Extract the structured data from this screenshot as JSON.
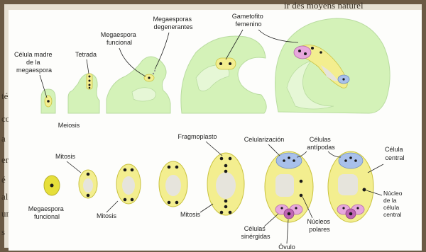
{
  "background_text": {
    "top_fragment": "ir des moyens naturel",
    "left_fragments": [
      "té",
      "co",
      "a",
      "er",
      "é",
      "al",
      "ur",
      "s"
    ]
  },
  "top_row": {
    "labels": {
      "megaspore_mother_cell": [
        "Célula madre",
        "de la",
        "megaespora"
      ],
      "tetrad": "Tetrada",
      "meiosis": "Meiosis",
      "functional_megaspore": [
        "Megaespora",
        "funcional"
      ],
      "degenerating_megaspores": [
        "Megaesporas",
        "degenerantes"
      ],
      "female_gametophyte": [
        "Gametofito",
        "femenino"
      ]
    }
  },
  "bottom_row": {
    "labels": {
      "functional_megaspore": [
        "Megaespora",
        "funcional"
      ],
      "mitosis_1": "Mitosis",
      "mitosis_2": "Mitosis",
      "mitosis_3": "Mitosis",
      "phragmoplast": "Fragmoplasto",
      "cellularization": "Celularización",
      "antipodal_cells": [
        "Células",
        "antípodas"
      ],
      "central_cell": [
        "Célula",
        "central"
      ],
      "central_cell_nucleus": [
        "Núcleo",
        "de la",
        "célula",
        "central"
      ],
      "polar_nuclei": [
        "Núcleos",
        "polares"
      ],
      "synergid_cells": [
        "Células",
        "sinérgidas"
      ],
      "egg_cell": "Óvulo"
    }
  },
  "colors": {
    "tissue_green": "#d4f2b8",
    "cell_yellow": "#f3ee8f",
    "cell_outline": "#c9c23f",
    "vacuole_gray": "#e6e4dc",
    "antipodal_blue": "#a8c0ea",
    "synergid_pink": "#e7a7dc",
    "egg_magenta": "#c065b4",
    "nucleus_black": "#1a1a1a",
    "panel_white": "#fdfdfb"
  }
}
